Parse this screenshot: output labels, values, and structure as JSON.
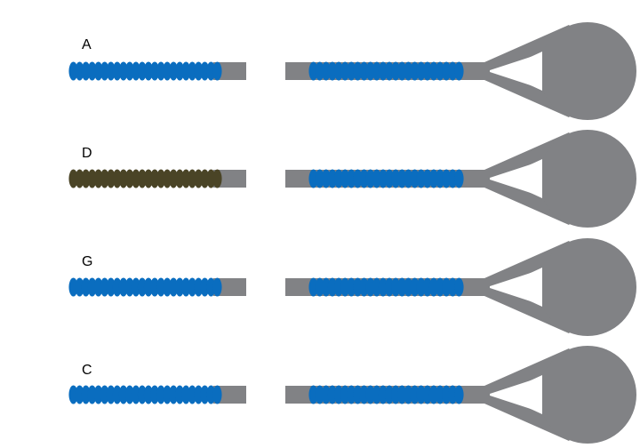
{
  "colors": {
    "backbone": "#818285",
    "blue": "#0a6dbf",
    "olive": "#4a4426",
    "background": "#ffffff"
  },
  "rows": [
    {
      "label": "A",
      "left_beads": "blue",
      "right_beads": "blue"
    },
    {
      "label": "D",
      "left_beads": "olive",
      "right_beads": "blue"
    },
    {
      "label": "G",
      "left_beads": "blue",
      "right_beads": "blue"
    },
    {
      "label": "C",
      "left_beads": "blue",
      "right_beads": "blue"
    }
  ]
}
